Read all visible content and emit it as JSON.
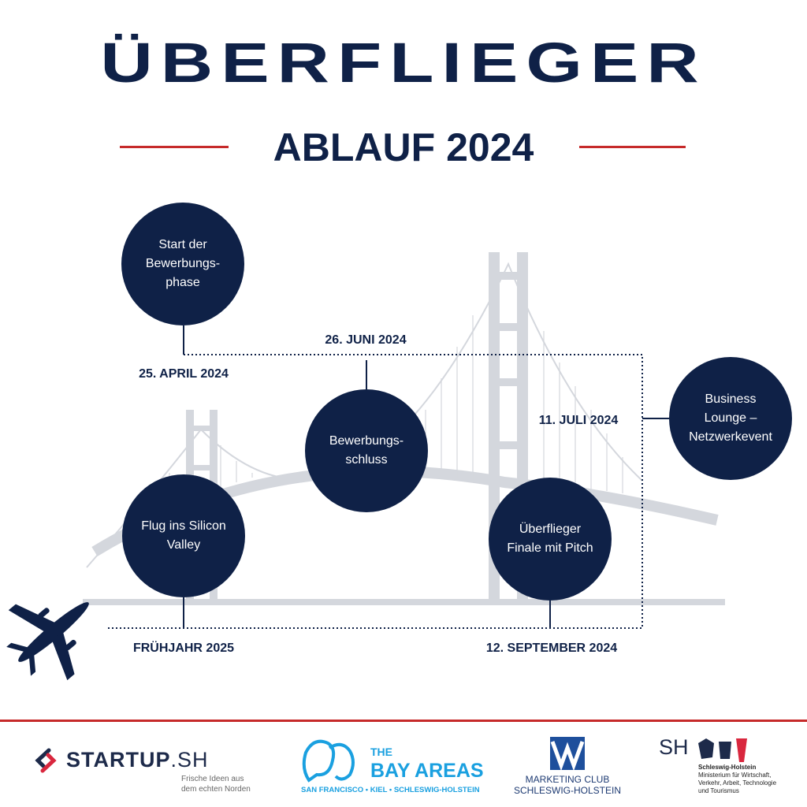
{
  "header": {
    "title": "ÜBERFLIEGER",
    "subtitle": "ABLAUF 2024"
  },
  "timeline": [
    {
      "label": "Start der Bewerbungs-phase",
      "lines": [
        "Start der",
        "Bewerbungs-",
        "phase"
      ],
      "date": "25. APRIL 2024"
    },
    {
      "label": "Bewerbungs-schluss",
      "lines": [
        "Bewerbungs-",
        "schluss"
      ],
      "date": "26. JUNI 2024"
    },
    {
      "label": "Business Lounge – Netzwerkevent",
      "lines": [
        "Business",
        "Lounge –",
        "Netzwerkevent"
      ],
      "date": "11. JULI 2024"
    },
    {
      "label": "Überflieger Finale mit Pitch",
      "lines": [
        "Überflieger",
        "Finale mit Pitch"
      ],
      "date": "12. SEPTEMBER 2024"
    },
    {
      "label": "Flug ins Silicon Valley",
      "lines": [
        "Flug ins Silicon",
        "Valley"
      ],
      "date": "FRÜHJAHR 2025"
    }
  ],
  "footer": {
    "startup": {
      "name": "STARTUP",
      "suffix": ".SH",
      "tagline1": "Frische Ideen aus",
      "tagline2": "dem echten Norden"
    },
    "bayareas": {
      "the": "THE",
      "name": "BAY AREAS",
      "tagline": "SAN FRANCISCO • KIEL • SCHLESWIG-HOLSTEIN"
    },
    "marketing": {
      "line1": "MARKETING CLUB",
      "line2": "SCHLESWIG-HOLSTEIN"
    },
    "ministry": {
      "sh": "SH",
      "state": "Schleswig-Holstein",
      "line1": "Ministerium für Wirtschaft,",
      "line2": "Verkehr, Arbeit, Technologie",
      "line3": "und Tourismus"
    }
  },
  "colors": {
    "navy": "#0f2147",
    "red": "#c62a2a",
    "bridge": "#d4d7dd",
    "bay_blue": "#1aa0e0"
  }
}
